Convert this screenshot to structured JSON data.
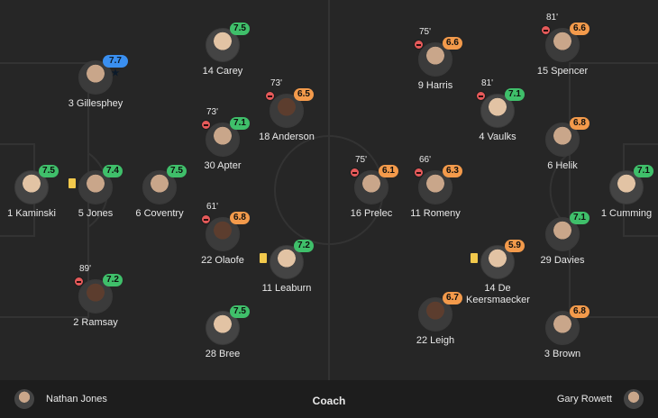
{
  "home_players": [
    {
      "name": "1 Kaminski",
      "rating": "7.5",
      "rating_color": "green"
    },
    {
      "name": "5 Jones",
      "rating": "7.4",
      "rating_color": "green",
      "card": "yellow"
    },
    {
      "name": "6 Coventry",
      "rating": "7.5",
      "rating_color": "green"
    },
    {
      "name": "3 Gillesphey",
      "rating": "7.7 ★",
      "rating_color": "blue"
    },
    {
      "name": "2 Ramsay",
      "rating": "7.2",
      "rating_color": "green",
      "sub_minute": "89'"
    },
    {
      "name": "14 Carey",
      "rating": "7.5",
      "rating_color": "green"
    },
    {
      "name": "30 Apter",
      "rating": "7.1",
      "rating_color": "green",
      "sub_minute": "73'"
    },
    {
      "name": "22 Olaofe",
      "rating": "6.8",
      "rating_color": "orange",
      "sub_minute": "61'"
    },
    {
      "name": "28 Bree",
      "rating": "7.5",
      "rating_color": "green"
    },
    {
      "name": "18 Anderson",
      "rating": "6.5",
      "rating_color": "orange",
      "sub_minute": "73'"
    },
    {
      "name": "11 Leaburn",
      "rating": "7.2",
      "rating_color": "green",
      "card": "yellow"
    }
  ],
  "away_players": [
    {
      "name": "9 Harris",
      "rating": "6.6",
      "rating_color": "orange",
      "sub_minute": "75'"
    },
    {
      "name": "15 Spencer",
      "rating": "6.6",
      "rating_color": "orange",
      "sub_minute": "81'"
    },
    {
      "name": "4 Vaulks",
      "rating": "7.1",
      "rating_color": "green",
      "sub_minute": "81'"
    },
    {
      "name": "6 Helik",
      "rating": "6.8",
      "rating_color": "orange"
    },
    {
      "name": "16 Prelec",
      "rating": "6.1",
      "rating_color": "orange",
      "sub_minute": "75'"
    },
    {
      "name": "11 Romeny",
      "rating": "6.3",
      "rating_color": "orange",
      "sub_minute": "66'"
    },
    {
      "name": "1 Cumming",
      "rating": "7.1",
      "rating_color": "green"
    },
    {
      "name": "29 Davies",
      "rating": "7.1",
      "rating_color": "green"
    },
    {
      "name": "14 De Keersmaecker",
      "rating": "5.9",
      "rating_color": "orange",
      "card": "yellow"
    },
    {
      "name": "22 Leigh",
      "rating": "6.7",
      "rating_color": "orange"
    },
    {
      "name": "3 Brown",
      "rating": "6.8",
      "rating_color": "orange"
    }
  ],
  "footer": {
    "home_coach": "Nathan Jones",
    "label": "Coach",
    "away_coach": "Gary Rowett"
  },
  "colors": {
    "green": "#3fbf6a",
    "orange": "#f39a4b",
    "blue": "#3a8ff0"
  }
}
